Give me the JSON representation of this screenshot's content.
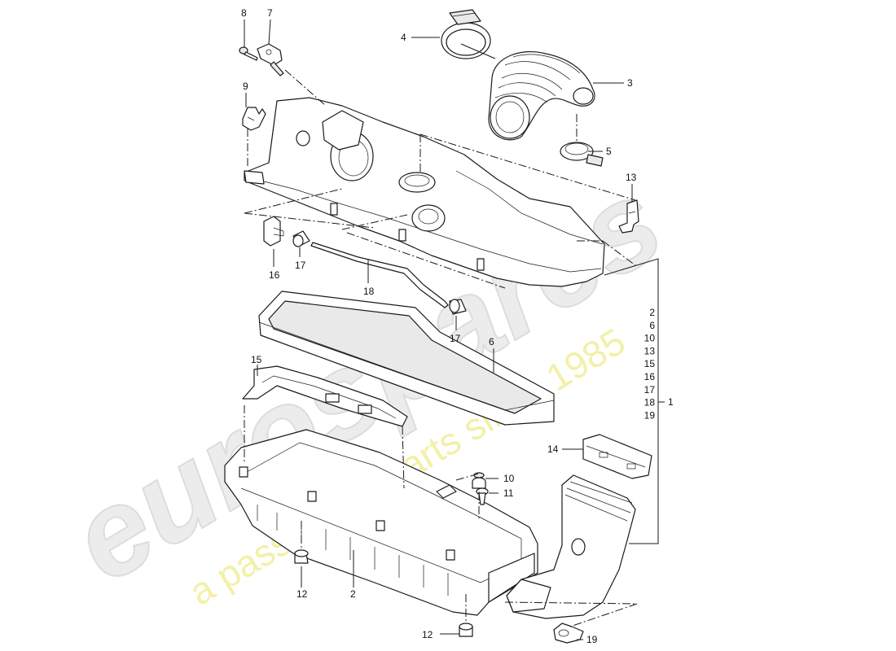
{
  "watermark": {
    "brand": "eurospares",
    "tagline": "a passion for parts since 1985",
    "tagline_color": "#f1ee9a"
  },
  "callouts": {
    "c1": "1",
    "c2": "2",
    "c3": "3",
    "c4": "4",
    "c5": "5",
    "c6": "6",
    "c7": "7",
    "c8": "8",
    "c9": "9",
    "c10": "10",
    "c11": "11",
    "c12a": "12",
    "c12b": "12",
    "c13": "13",
    "c14": "14",
    "c15": "15",
    "c16": "16",
    "c17a": "17",
    "c17b": "17",
    "c18": "18",
    "c19": "19"
  },
  "group_list": [
    "2",
    "6",
    "10",
    "13",
    "15",
    "16",
    "17",
    "18",
    "19"
  ]
}
